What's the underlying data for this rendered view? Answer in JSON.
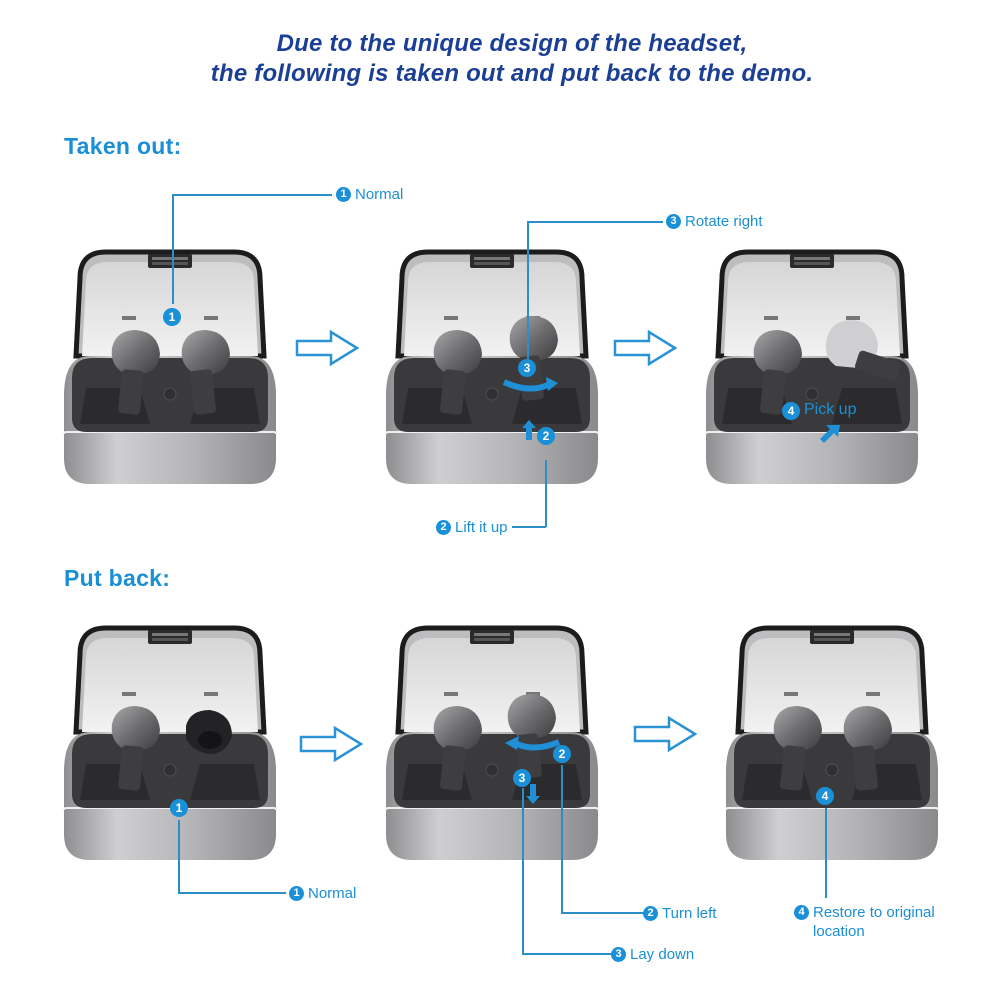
{
  "headline": {
    "line1": "Due to the unique design of  the headset,",
    "line2": "the following is taken out and put back to the demo."
  },
  "sections": {
    "taken_out": {
      "title": "Taken out:",
      "steps": [
        {
          "badge": "1",
          "label": "Normal"
        },
        {
          "badge": "2",
          "label": "Lift it up"
        },
        {
          "badge": "3",
          "label": "Rotate right"
        },
        {
          "badge": "4",
          "label": "Pick up"
        }
      ]
    },
    "put_back": {
      "title": "Put back:",
      "steps": [
        {
          "badge": "1",
          "label": "Normal"
        },
        {
          "badge": "2",
          "label": "Turn left"
        },
        {
          "badge": "3",
          "label": "Lay down"
        },
        {
          "badge": "4",
          "label": "Restore to original\nlocation"
        }
      ]
    }
  },
  "icons": {
    "flow_arrow": "right-outline-arrow",
    "rotate_right": "curved-arrow-right",
    "rotate_left": "curved-arrow-left",
    "lift_up": "arrow-up",
    "lay_down": "arrow-down",
    "pick_up": "arrow-up-right"
  },
  "colors": {
    "headline": "#1b3f95",
    "accent": "#1a8fd6",
    "case_silver": "#b9b9bb",
    "case_interior": "#3a3a3c",
    "lid_inner": "#e6e6e6"
  }
}
